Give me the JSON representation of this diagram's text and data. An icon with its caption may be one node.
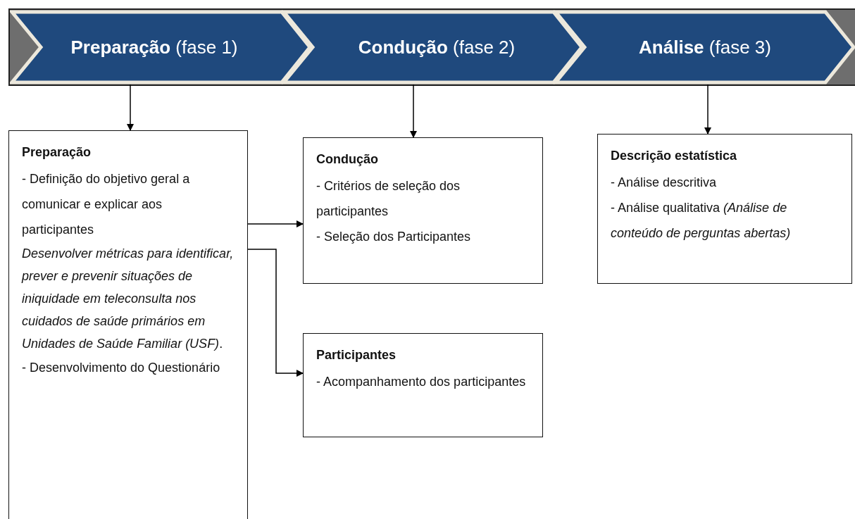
{
  "diagram": {
    "nodes": [
      {
        "text": [
          "**Preparação** (fase 1)"
        ]
      },
      {
        "text": [
          "**Condução** (fase 2)"
        ]
      },
      {
        "text": [
          "**Análise** (fase 3)"
        ]
      },
      {
        "text": [
          "Preparação",
          "-  Definição do objetivo geral a comunicar e explicar aos participantes",
          "*Desenvolver métricas para identificar, prever e prevenir situações de iniquidade em teleconsulta nos cuidados de saúde primários em Unidades de Saúde Familiar (USF)*.",
          "- Desenvolvimento do Questionário"
        ]
      },
      {
        "text": [
          "Condução",
          "- Critérios de seleção dos participantes",
          "- Seleção dos Participantes"
        ]
      },
      {
        "text": [
          "Participantes",
          " - Acompanhamento dos participantes"
        ]
      },
      {
        "text": [
          "Descrição estatística",
          "- Análise descritiva",
          "- Análise qualitativa *(Análise de conteúdo de perguntas abertas)*"
        ]
      }
    ],
    "edges": [
      {
        "from": 0,
        "to": 3,
        "arrow": "to"
      },
      {
        "from": 1,
        "to": 4,
        "arrow": "to"
      },
      {
        "from": 2,
        "to": 6,
        "arrow": "to"
      },
      {
        "from": 3,
        "to": 4,
        "arrow": "to"
      },
      {
        "from": 3,
        "to": 5,
        "arrow": "to"
      }
    ]
  }
}
